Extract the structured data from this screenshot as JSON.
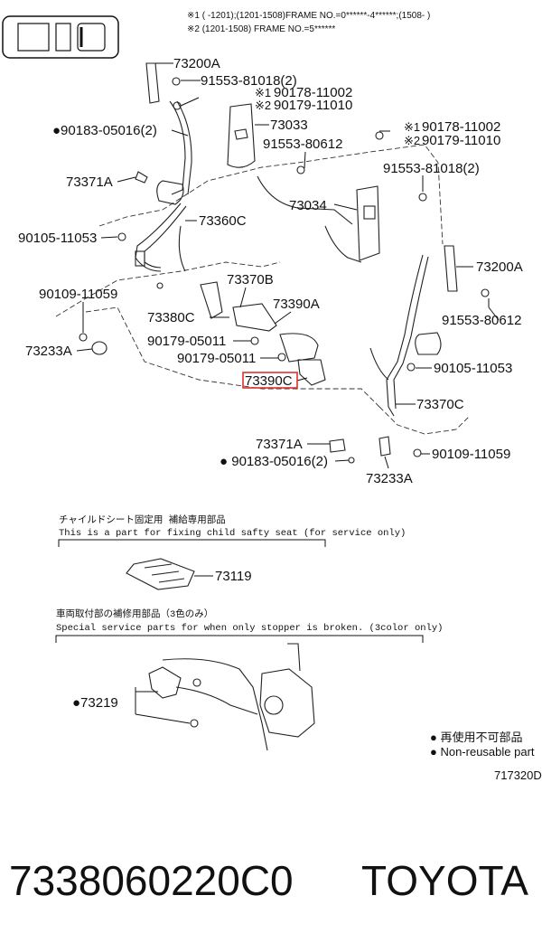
{
  "header": {
    "line1": "※1 (        -1201);(1201-1508)FRAME NO.=0******-4******;(1508-        )",
    "line2": "※2 (1201-1508) FRAME NO.=5******"
  },
  "labels": {
    "l73200A_top": "73200A",
    "l91553_81018_top": "91553-81018(2)",
    "l90178_11002_top": "90178-11002",
    "l90179_11010_top": "90179-11010",
    "l73033": "73033",
    "l90183_05016_top": "●90183-05016(2)",
    "l91553_80612_top": "91553-80612",
    "l73371A_top": "73371A",
    "l73034": "73034",
    "l73360C": "73360C",
    "l90105_11053_left": "90105-11053",
    "l90178_11002_right": "90178-11002",
    "l90179_11010_right": "90179-11010",
    "l91553_81018_right": "91553-81018(2)",
    "l73200A_right": "73200A",
    "l73370B": "73370B",
    "l90109_11059_left": "90109-11059",
    "l73390A": "73390A",
    "l73380C": "73380C",
    "l91553_80612_right": "91553-80612",
    "l90179_05011_a": "90179-05011",
    "l73233A_left": "73233A",
    "l90179_05011_b": "90179-05011",
    "l90105_11053_right": "90105-11053",
    "l73390C": "73390C",
    "l73370C": "73370C",
    "l73371A_bottom": "73371A",
    "l90109_11059_right": "90109-11059",
    "l90183_05016_bottom": "● 90183-05016(2)",
    "l73233A_bottom": "73233A",
    "mark1": "※1",
    "mark2": "※2"
  },
  "child_seat_section": {
    "jp": "チャイルドシート固定用  補給専用部品",
    "en": "This is a part for fixing child safty seat (for service only)",
    "part": "73119"
  },
  "stopper_section": {
    "jp": "車両取付部の補修用部品（3色のみ）",
    "en": "Special service parts for when only stopper is broken. (3color only)",
    "part": "●73219"
  },
  "legend": {
    "jp": "● 再使用不可部品",
    "en": "● Non-reusable part"
  },
  "diagram_code": "717320D",
  "footer": {
    "part_number": "7338060220C0",
    "brand": "TOYOTA"
  },
  "highlight_color": "#e03030"
}
